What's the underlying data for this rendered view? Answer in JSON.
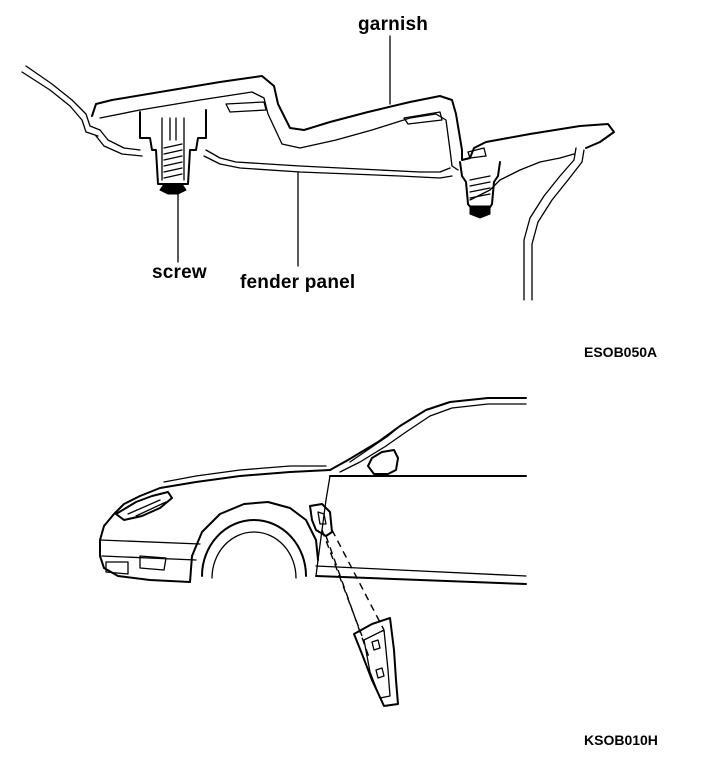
{
  "labels": {
    "garnish": "garnish",
    "screw": "screw",
    "fender_panel": "fender panel"
  },
  "figure_codes": {
    "top": "ESOB050A",
    "bottom": "KSOB010H"
  }
}
